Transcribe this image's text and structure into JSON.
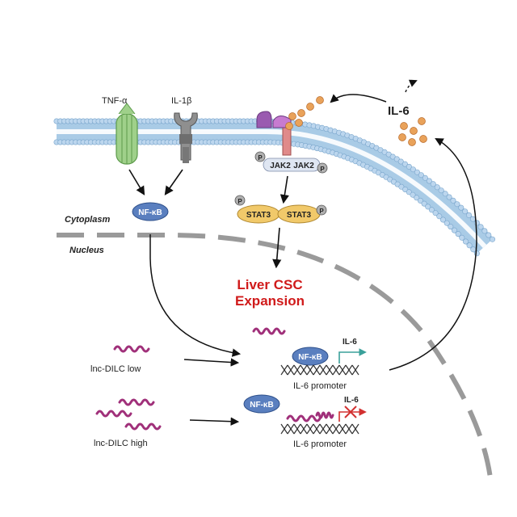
{
  "receptors": {
    "tnf": "TNF-α",
    "il1b": "IL-1β"
  },
  "cytokine": {
    "il6": "IL-6"
  },
  "kinase": {
    "jak1": "JAK2",
    "jak2": "JAK2",
    "p": "P"
  },
  "stat": {
    "s1": "STAT3",
    "s2": "STAT3",
    "p": "P"
  },
  "nfkb": {
    "label": "NF-κB"
  },
  "compartments": {
    "cytoplasm": "Cytoplasm",
    "nucleus": "Nucleus"
  },
  "outcome": {
    "line1": "Liver CSC",
    "line2": "Expansion"
  },
  "lnc": {
    "low": "lnc-DILC low",
    "high": "lnc-DILC high"
  },
  "promoter": {
    "label": "IL-6 promoter",
    "gene": "IL-6"
  },
  "colors": {
    "membrane": "#a9cbe6",
    "membrane_head": "#bcd6ee",
    "tnf_receptor": "#9fd08a",
    "il1_receptor": "#8f8f8f",
    "il6_dot": "#e9a25a",
    "stat": "#f1c96a",
    "nfkb": "#5a7fbf",
    "lnc_rna": "#a0307a",
    "outcome_text": "#d01a1a",
    "promoter_arrow": "#3aa09a",
    "block_arrow": "#d23030"
  }
}
